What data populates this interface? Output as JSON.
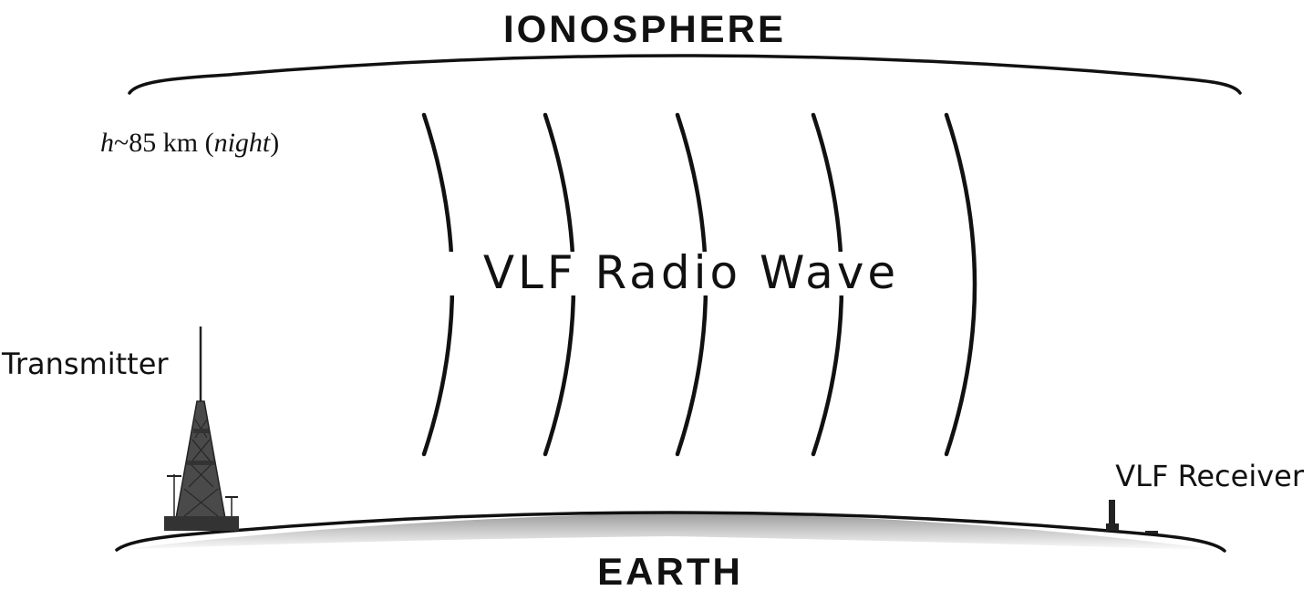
{
  "labels": {
    "ionosphere": "IONOSPHERE",
    "earth": "EARTH",
    "height_prefix": "h",
    "height_value": "~85 km (",
    "height_time": "night",
    "height_suffix": ")",
    "wave": "VLF Radio Wave",
    "transmitter": "Transmitter",
    "receiver": "VLF Receiver"
  },
  "wavefront_count": 5,
  "colors": {
    "ink": "#111111",
    "earth_shade": "#bfbfbf",
    "background": "#ffffff"
  }
}
